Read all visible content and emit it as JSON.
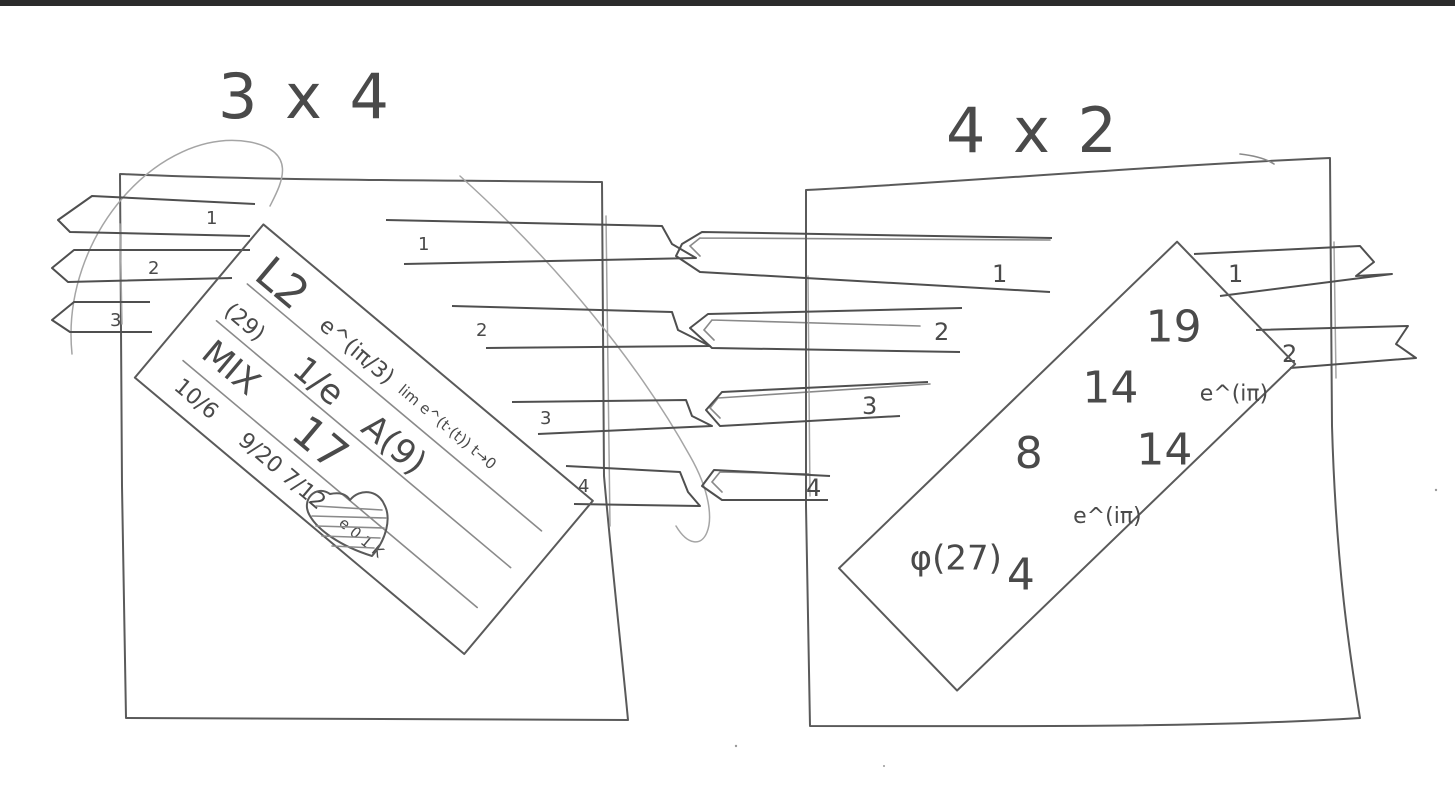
{
  "left_matrix": {
    "dimension_label": "3 x 4",
    "row_tab_labels": [
      "1",
      "2",
      "3"
    ],
    "column_tab_labels": [
      "1",
      "2",
      "3",
      "4"
    ],
    "diagonal_top_row": [
      "L2",
      "e^(iπ/3)",
      "lim e^(t·(t)) t→0"
    ],
    "diagonal_second_row": [
      "(29)",
      "1/e",
      "A(9)"
    ],
    "diagonal_third_row": [
      "MIX",
      "17"
    ],
    "diagonal_fourth_row": [
      "10/6",
      "9/20 7/12",
      "e 0 1 K"
    ]
  },
  "right_matrix": {
    "dimension_label": "4 x 2",
    "row_tab_labels": [
      "1",
      "2",
      "3",
      "4"
    ],
    "column_tab_labels": [
      "1",
      "2"
    ],
    "diagonal_first_column": [
      "19",
      "14",
      "8",
      "φ(27)"
    ],
    "diagonal_second_column": [
      "e^(iπ)",
      "14",
      "e^(iπ)",
      "4"
    ]
  },
  "colors": {
    "paper": "#ffffff",
    "pencil": "#5a5a5a",
    "scan_edge": "#2b2b2b"
  }
}
